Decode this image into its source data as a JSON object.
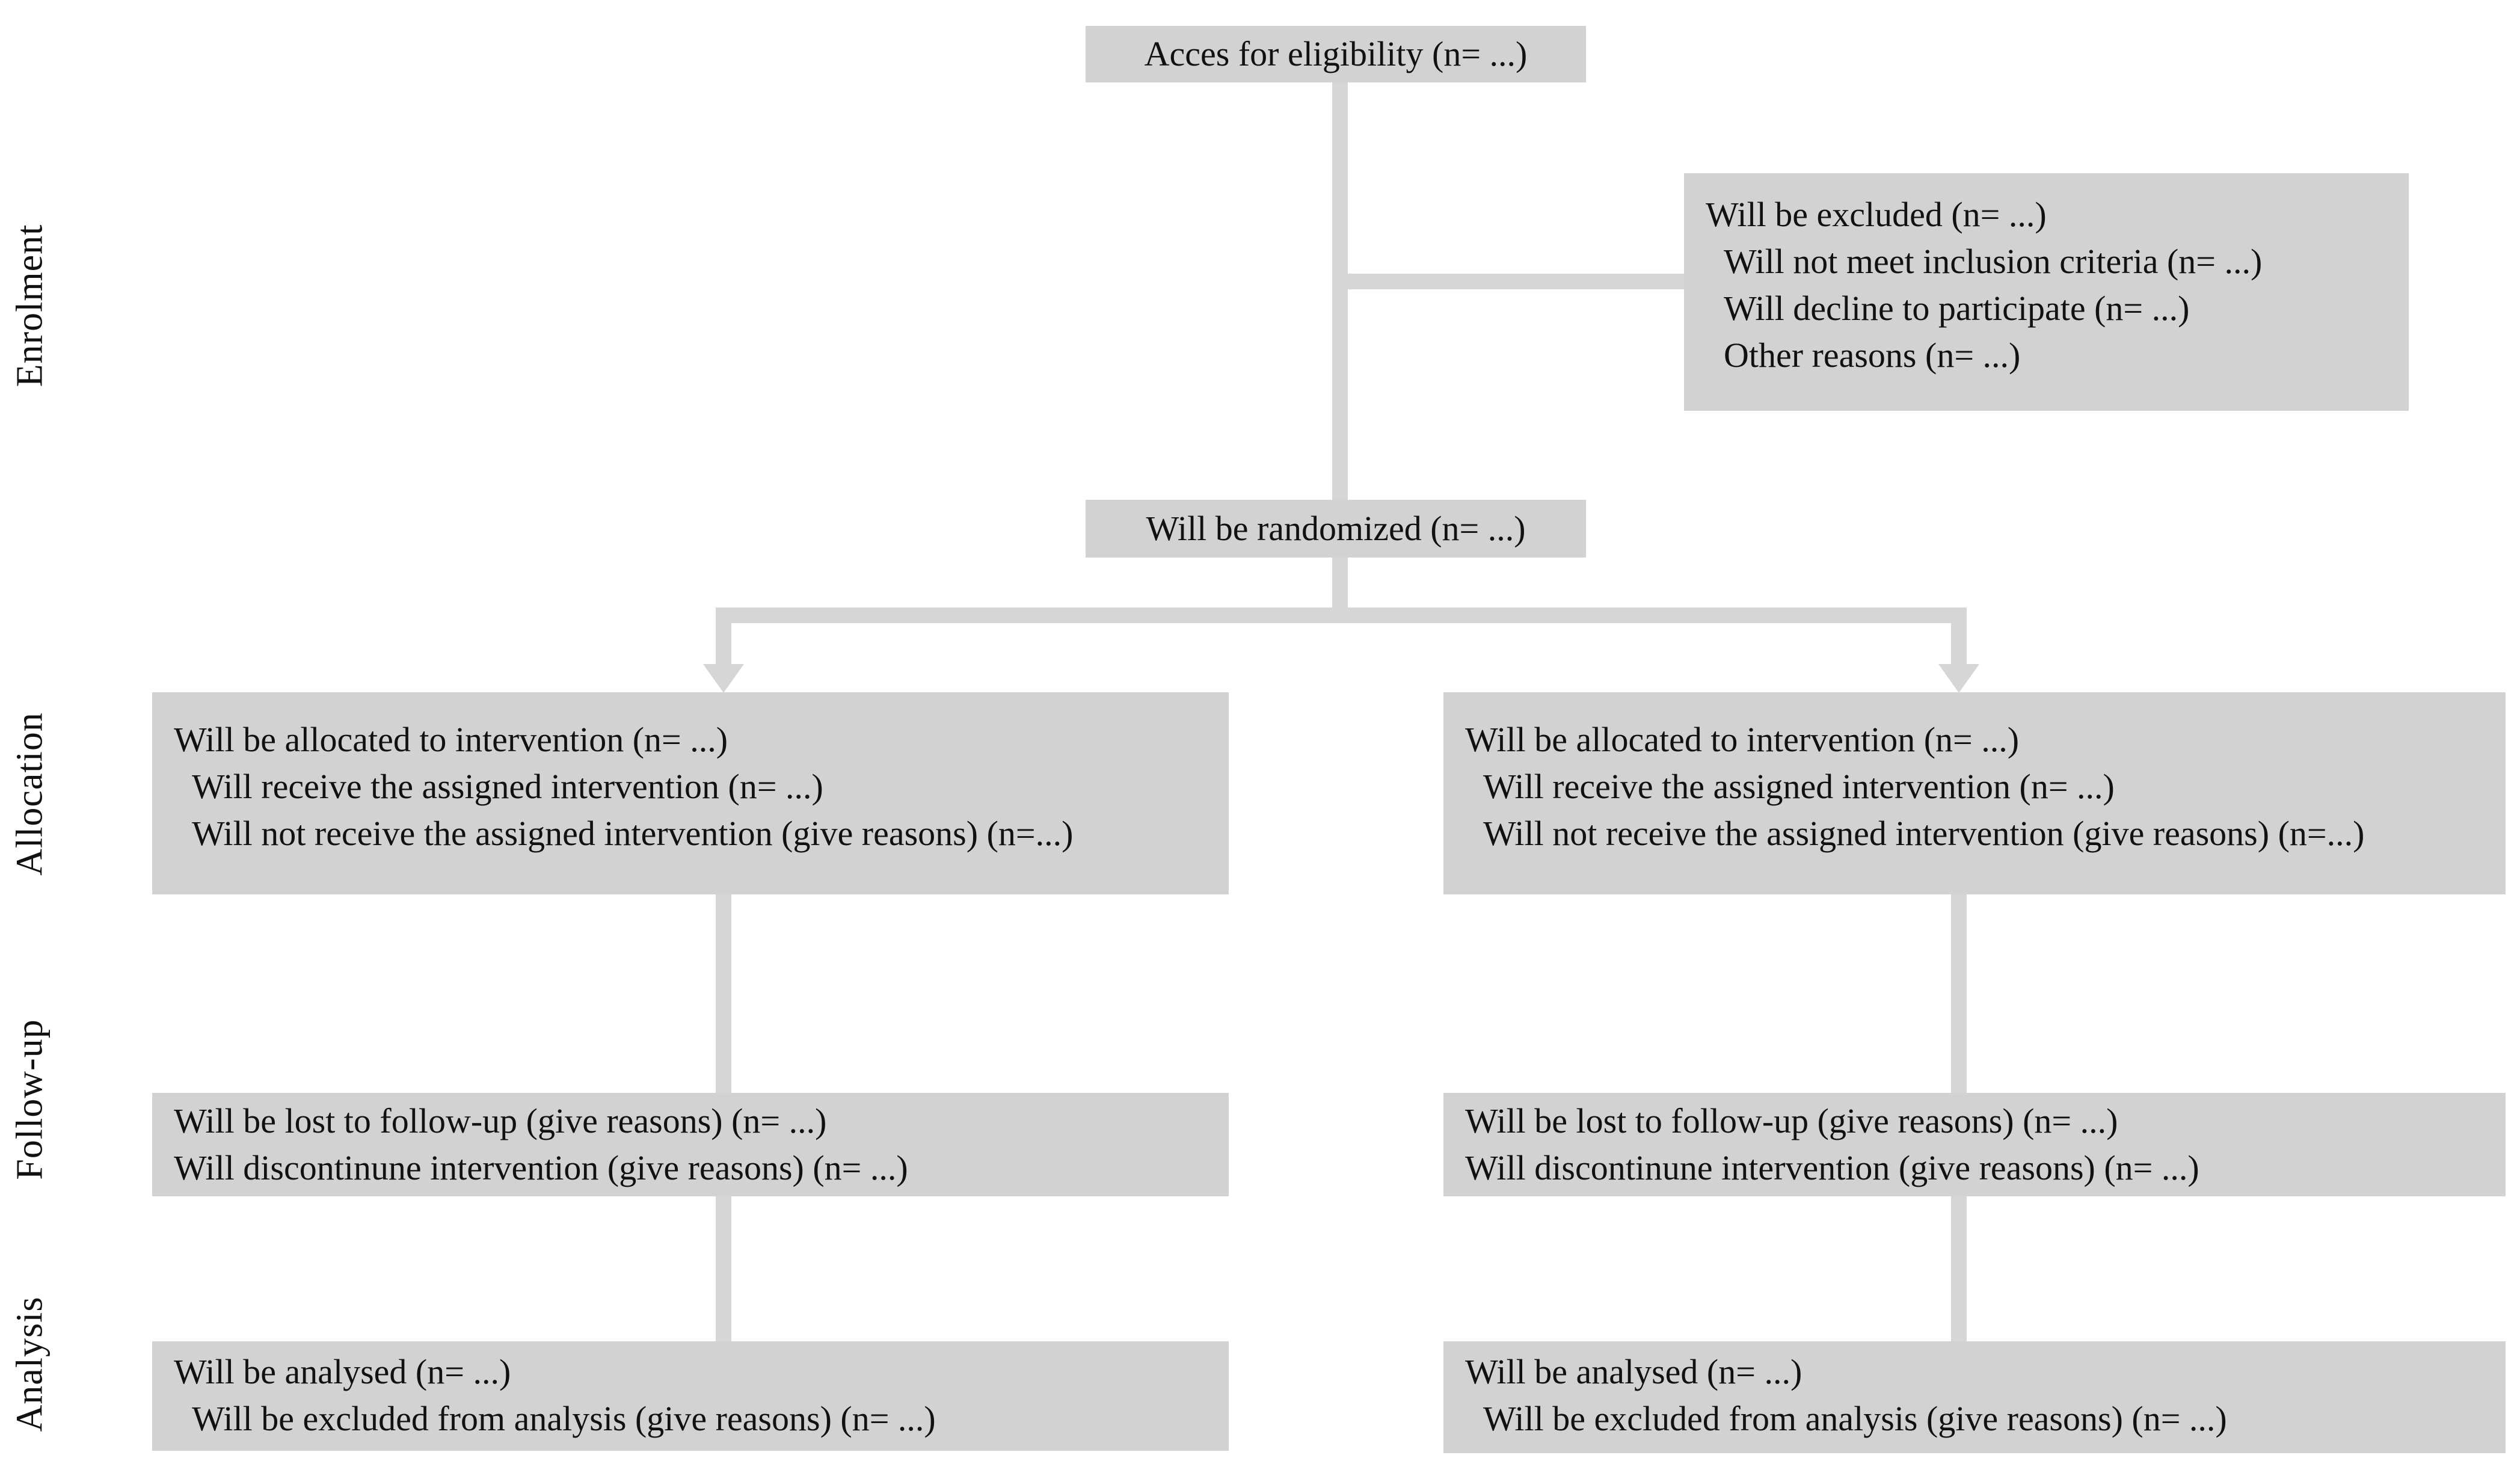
{
  "figure": {
    "stages": [
      {
        "label": "Enrolment"
      },
      {
        "label": "Allocation"
      },
      {
        "label": "Follow-up"
      },
      {
        "label": "Analysis"
      }
    ],
    "boxes": {
      "assess": {
        "lines": [
          "Acces for eligibility (n= ...)"
        ]
      },
      "excluded": {
        "lines": [
          "Will be excluded (n= ...)",
          "Will not meet inclusion criteria (n= ...)",
          "Will decline to participate (n= ...)",
          "Other reasons (n= ...)"
        ]
      },
      "randomized": {
        "lines": [
          "Will be randomized (n= ...)"
        ]
      },
      "allocation_left": {
        "lines": [
          "Will be allocated to intervention (n= ...)",
          "Will receive the assigned intervention (n= ...)",
          "Will not receive the assigned intervention (give reasons) (n=...)"
        ]
      },
      "allocation_right": {
        "lines": [
          "Will be allocated to intervention (n= ...)",
          "Will receive the assigned intervention (n= ...)",
          "Will not receive the assigned intervention (give reasons) (n=...)"
        ]
      },
      "followup_left": {
        "lines": [
          "Will be lost to follow-up (give reasons) (n= ...)",
          "Will discontinune intervention (give reasons) (n= ...)"
        ]
      },
      "followup_right": {
        "lines": [
          "Will be lost to follow-up (give reasons) (n= ...)",
          "Will discontinune intervention (give reasons) (n= ...)"
        ]
      },
      "analysis_left": {
        "lines": [
          "Will be analysed (n= ...)",
          "Will be excluded from analysis (give reasons) (n= ...)"
        ]
      },
      "analysis_right": {
        "lines": [
          "Will be analysed (n= ...)",
          "Will be excluded from analysis (give reasons) (n= ...)"
        ]
      }
    },
    "colors": {
      "background": "#ffffff",
      "box_fill": "#d2d2d2",
      "connector": "#d6d6d6",
      "text": "#111111"
    }
  }
}
